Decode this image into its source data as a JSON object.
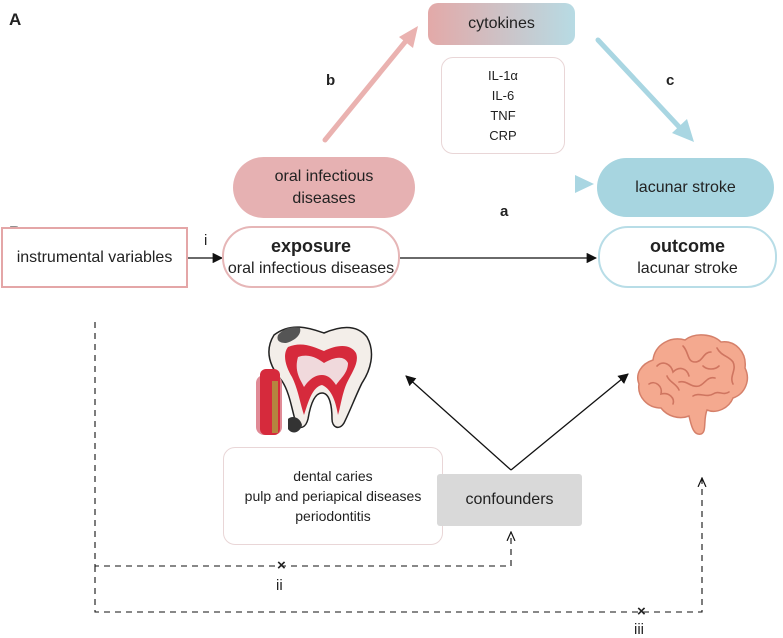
{
  "panel_a": {
    "label": "A",
    "cytokines_label": "cytokines",
    "cytokine_list": [
      "IL-1α",
      "IL-6",
      "TNF",
      "CRP"
    ],
    "exposure_label": "oral infectious\ndiseases",
    "outcome_label": "lacunar stroke",
    "path_labels": {
      "a": "a",
      "b": "b",
      "c": "c"
    }
  },
  "panel_b": {
    "label": "B",
    "iv_label": "instrumental variables",
    "exposure_title": "exposure",
    "exposure_sub": "oral infectious diseases",
    "outcome_title": "outcome",
    "outcome_sub": "lacunar stroke",
    "disease_list": [
      "dental caries",
      "pulp and periapical diseases",
      "periodontitis"
    ],
    "confounders_label": "confounders",
    "assumptions": {
      "i": "i",
      "ii": "ii",
      "iii": "iii"
    },
    "cross_mark": "×"
  },
  "icons": {
    "tooth": "tooth-icon",
    "brain": "brain-icon"
  },
  "colors": {
    "pink": "#e6b1b2",
    "blue": "#a7d5e0",
    "gray": "#d9d9d9"
  }
}
